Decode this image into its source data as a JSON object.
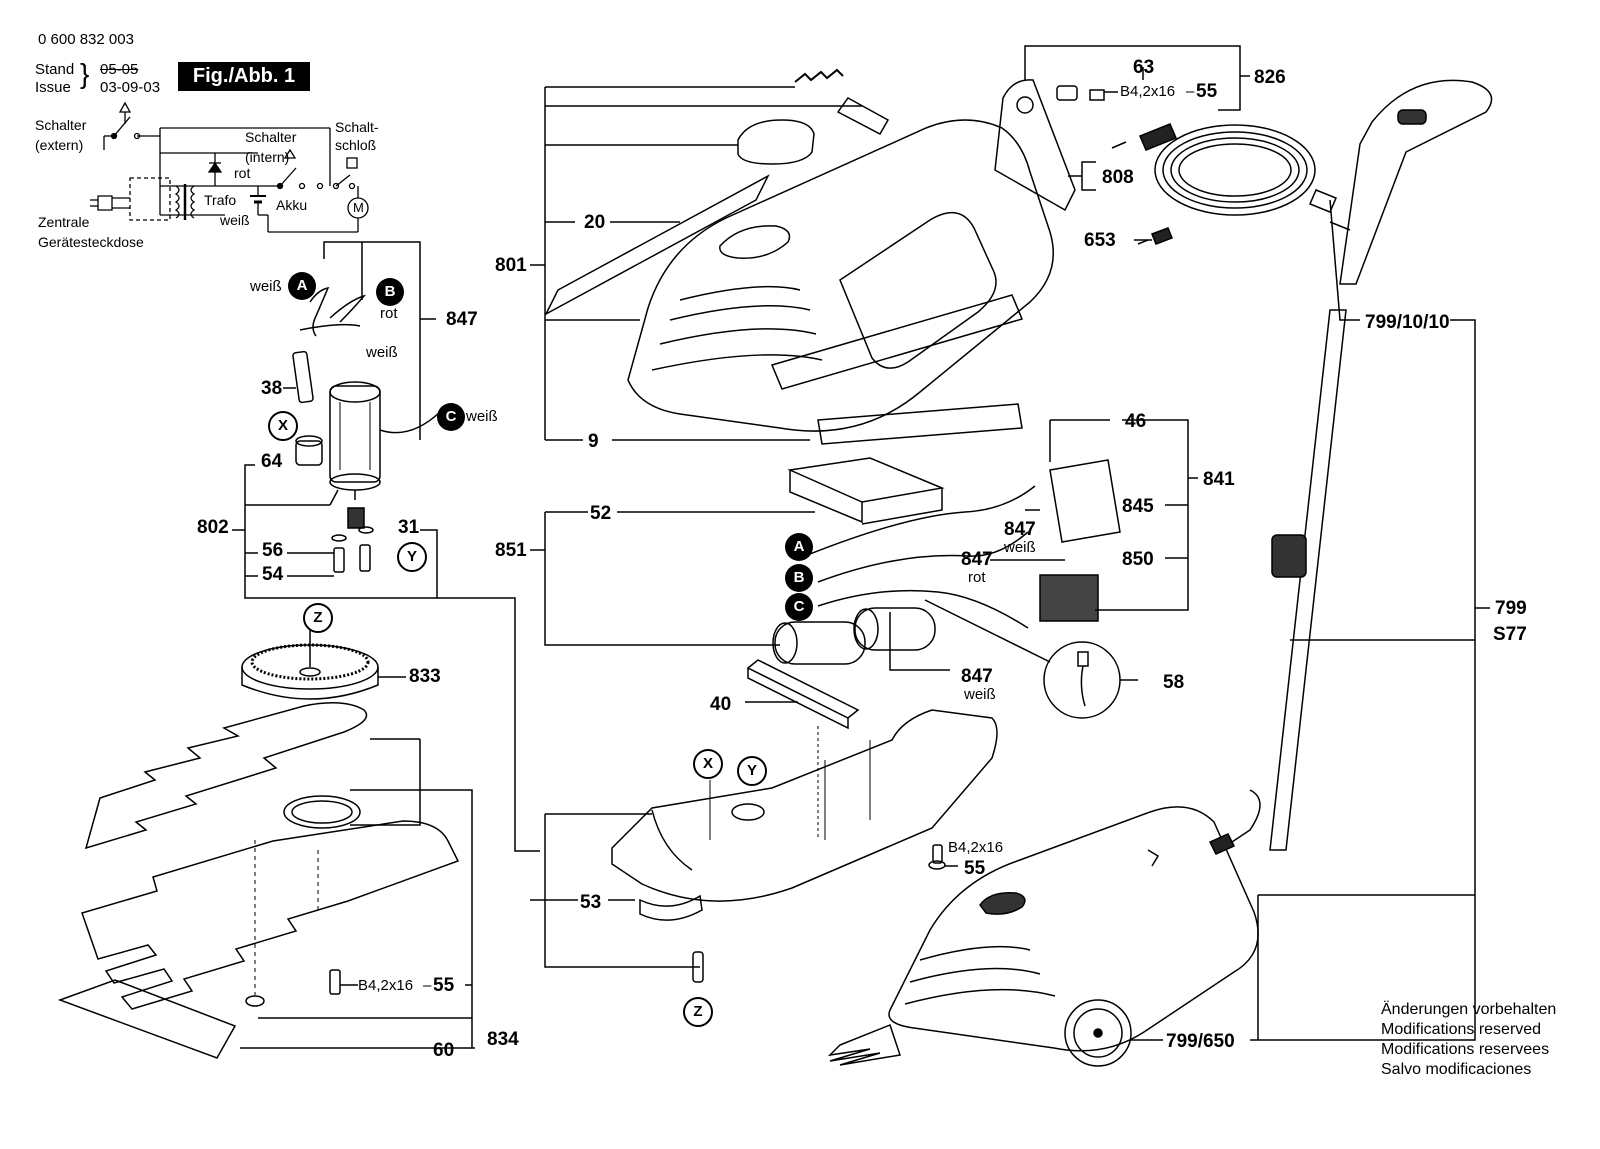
{
  "header": {
    "part_number": "0 600 832 003",
    "stand_label": "Stand",
    "issue_label": "Issue",
    "old_date": "05-05",
    "date": "03-09-03",
    "figure_label": "Fig./Abb. 1"
  },
  "wiring": {
    "schalter_extern": [
      "Schalter",
      "(extern)"
    ],
    "schalter_intern": [
      "Schalter",
      "(intern)"
    ],
    "schaltschloss": [
      "Schalt-",
      "schloß"
    ],
    "rot": "rot",
    "weiss": "weiß",
    "trafo": "Trafo",
    "akku": "Akku",
    "motor": "M",
    "zentrale": [
      "Zentrale",
      "Gerätesteckdose"
    ]
  },
  "markers": {
    "A": "A",
    "B": "B",
    "C": "C",
    "X": "X",
    "Y": "Y",
    "Z": "Z"
  },
  "wire_colors": {
    "weiss": "weiß",
    "rot": "rot"
  },
  "parts": {
    "p9": "9",
    "p20": "20",
    "p31": "31",
    "p38": "38",
    "p40": "40",
    "p46": "46",
    "p52": "52",
    "p53": "53",
    "p54": "54",
    "p55": "55",
    "p56": "56",
    "p58": "58",
    "p60": "60",
    "p63": "63",
    "p64": "64",
    "p653": "653",
    "p799": "799",
    "pS77": "S77",
    "p799_10_10": "799/10/10",
    "p799_650": "799/650",
    "p801": "801",
    "p802": "802",
    "p808": "808",
    "p826": "826",
    "p833": "833",
    "p834": "834",
    "p841": "841",
    "p845": "845",
    "p847": "847",
    "p850": "850",
    "p851": "851"
  },
  "screw_spec": "B4,2x16",
  "notes": [
    "Änderungen vorbehalten",
    "Modifications reserved",
    "Modifications reservees",
    "Salvo modificaciones"
  ]
}
